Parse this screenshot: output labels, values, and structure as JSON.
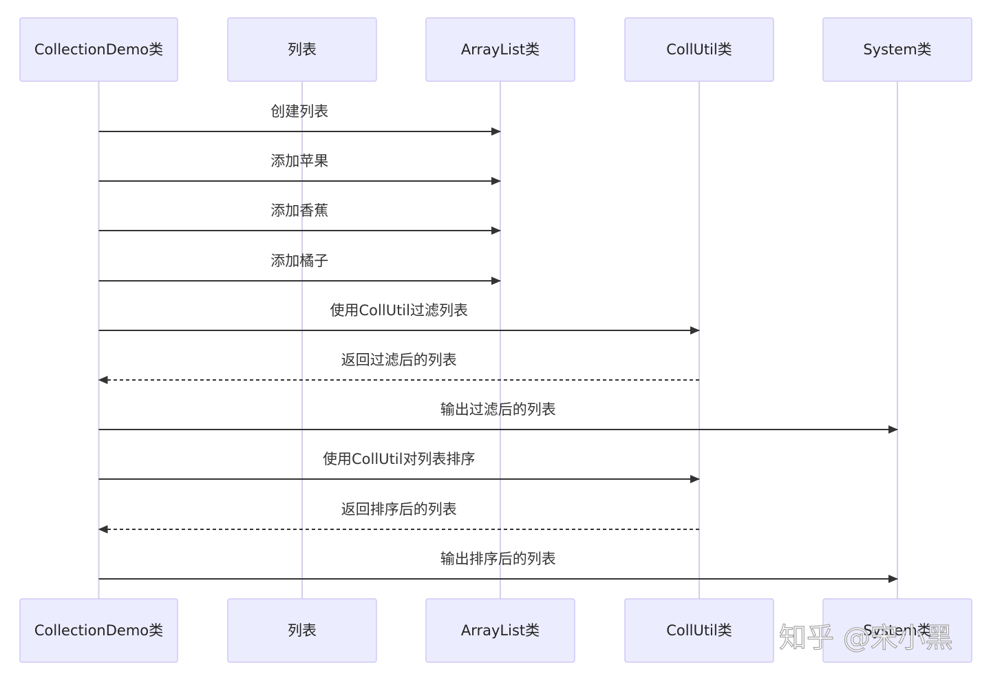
{
  "participants": [
    {
      "id": "demo",
      "label": "CollectionDemo类"
    },
    {
      "id": "list",
      "label": "列表"
    },
    {
      "id": "arraylist",
      "label": "ArrayList类"
    },
    {
      "id": "collutil",
      "label": "CollUtil类"
    },
    {
      "id": "system",
      "label": "System类"
    }
  ],
  "messages": [
    {
      "from": "demo",
      "to": "arraylist",
      "label": "创建列表",
      "style": "solid"
    },
    {
      "from": "demo",
      "to": "arraylist",
      "label": "添加苹果",
      "style": "solid"
    },
    {
      "from": "demo",
      "to": "arraylist",
      "label": "添加香蕉",
      "style": "solid"
    },
    {
      "from": "demo",
      "to": "arraylist",
      "label": "添加橘子",
      "style": "solid"
    },
    {
      "from": "demo",
      "to": "collutil",
      "label": "使用CollUtil过滤列表",
      "style": "solid"
    },
    {
      "from": "collutil",
      "to": "demo",
      "label": "返回过滤后的列表",
      "style": "dashed"
    },
    {
      "from": "demo",
      "to": "system",
      "label": "输出过滤后的列表",
      "style": "solid"
    },
    {
      "from": "demo",
      "to": "collutil",
      "label": "使用CollUtil对列表排序",
      "style": "solid"
    },
    {
      "from": "collutil",
      "to": "demo",
      "label": "返回排序后的列表",
      "style": "dashed"
    },
    {
      "from": "demo",
      "to": "system",
      "label": "输出排序后的列表",
      "style": "solid"
    }
  ],
  "watermark": "知乎 @宋小黑",
  "colors": {
    "actor_fill": "#ececff",
    "actor_stroke": "#cfc8f4",
    "lifeline": "#d8cdea",
    "arrow": "#333333"
  }
}
